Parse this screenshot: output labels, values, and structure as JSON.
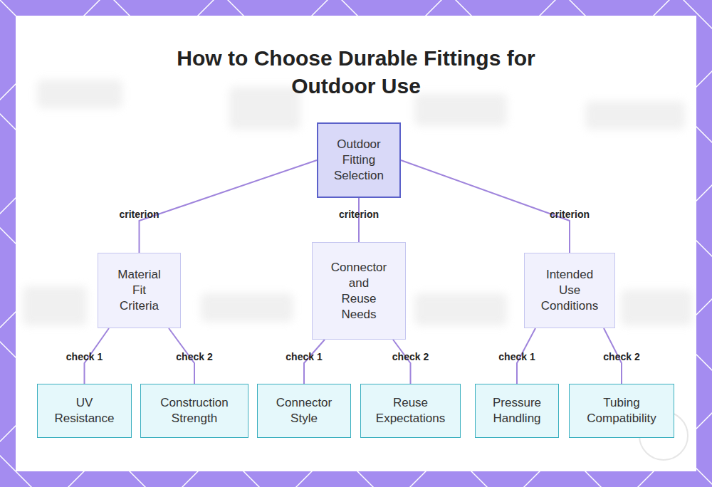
{
  "diagram": {
    "title": "How to Choose Durable Fittings for Outdoor Use",
    "nodes": [
      {
        "text": [
          "Outdoor Fitting Selection"
        ]
      },
      {
        "text": [
          "Material Fit Criteria"
        ]
      },
      {
        "text": [
          "Connector and Reuse Needs"
        ]
      },
      {
        "text": [
          "Intended Use Conditions"
        ]
      },
      {
        "text": [
          "UV Resistance"
        ]
      },
      {
        "text": [
          "Construction Strength"
        ]
      },
      {
        "text": [
          "Connector Style"
        ]
      },
      {
        "text": [
          "Reuse Expectations"
        ]
      },
      {
        "text": [
          "Pressure Handling"
        ]
      },
      {
        "text": [
          "Tubing Compatibility"
        ]
      }
    ],
    "edges": [
      {
        "from": 0,
        "to": 1,
        "label": "criterion",
        "arrow": "none"
      },
      {
        "from": 0,
        "to": 2,
        "label": "criterion",
        "arrow": "none"
      },
      {
        "from": 0,
        "to": 3,
        "label": "criterion",
        "arrow": "none"
      },
      {
        "from": 1,
        "to": 4,
        "label": "check 1",
        "arrow": "none"
      },
      {
        "from": 1,
        "to": 5,
        "label": "check 2",
        "arrow": "none"
      },
      {
        "from": 2,
        "to": 6,
        "label": "check 1",
        "arrow": "none"
      },
      {
        "from": 2,
        "to": 7,
        "label": "check 2",
        "arrow": "none"
      },
      {
        "from": 3,
        "to": 8,
        "label": "check 1",
        "arrow": "none"
      },
      {
        "from": 3,
        "to": 9,
        "label": "check 2",
        "arrow": "none"
      }
    ]
  }
}
